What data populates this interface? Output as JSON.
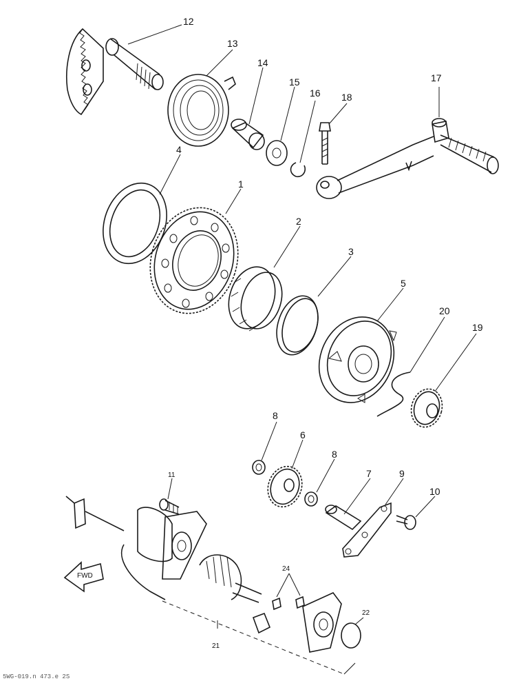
{
  "callouts": {
    "c1": "1",
    "c2": "2",
    "c3": "3",
    "c4": "4",
    "c5": "5",
    "c6": "6",
    "c7": "7",
    "c8a": "8",
    "c8b": "8",
    "c9": "9",
    "c10": "10",
    "c11": "11",
    "c12": "12",
    "c13": "13",
    "c14": "14",
    "c15": "15",
    "c16": "16",
    "c17": "17",
    "c18": "18",
    "c19": "19",
    "c20": "20",
    "c21": "21",
    "c22": "22",
    "c24": "24"
  },
  "fwd_label": "FWD",
  "footer_code": "5WG-019.n  473.e  2S"
}
